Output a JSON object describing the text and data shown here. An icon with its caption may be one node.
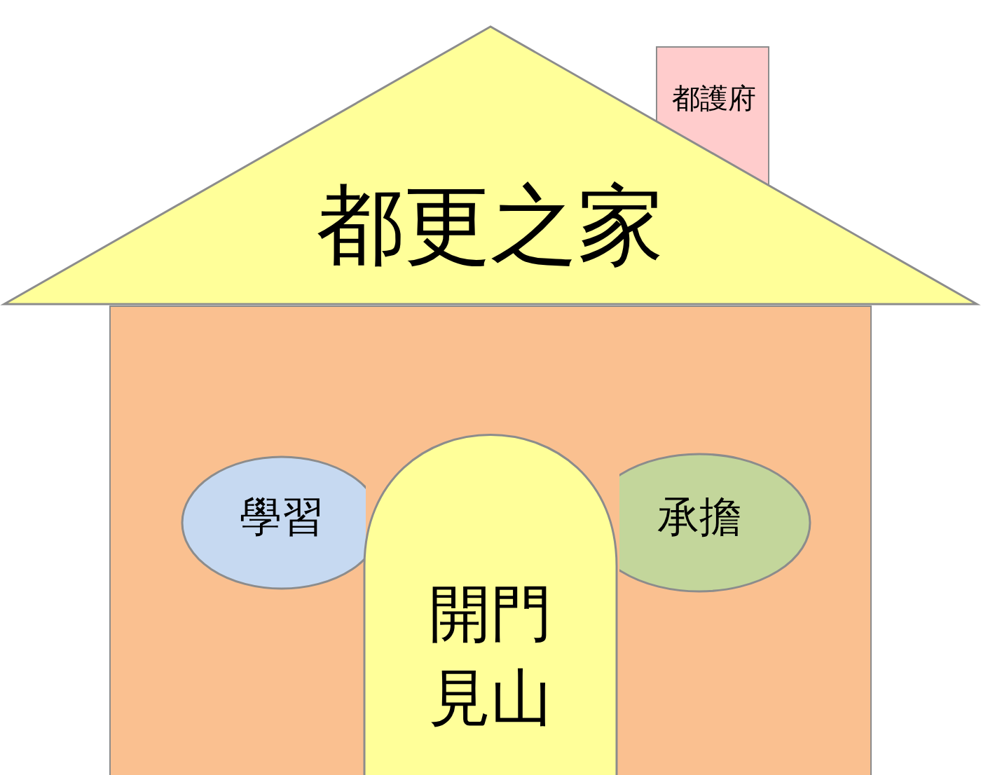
{
  "diagram": {
    "nodes": [
      {
        "text": [
          "都護府"
        ]
      },
      {
        "text": [
          "都更之家"
        ]
      },
      {
        "text": [],
        "shape": "box"
      },
      {
        "text": [
          "學習"
        ],
        "in": 2
      },
      {
        "text": [
          "承擔"
        ],
        "in": 2
      },
      {
        "text": [
          "開門見山"
        ],
        "in": 2
      }
    ]
  }
}
